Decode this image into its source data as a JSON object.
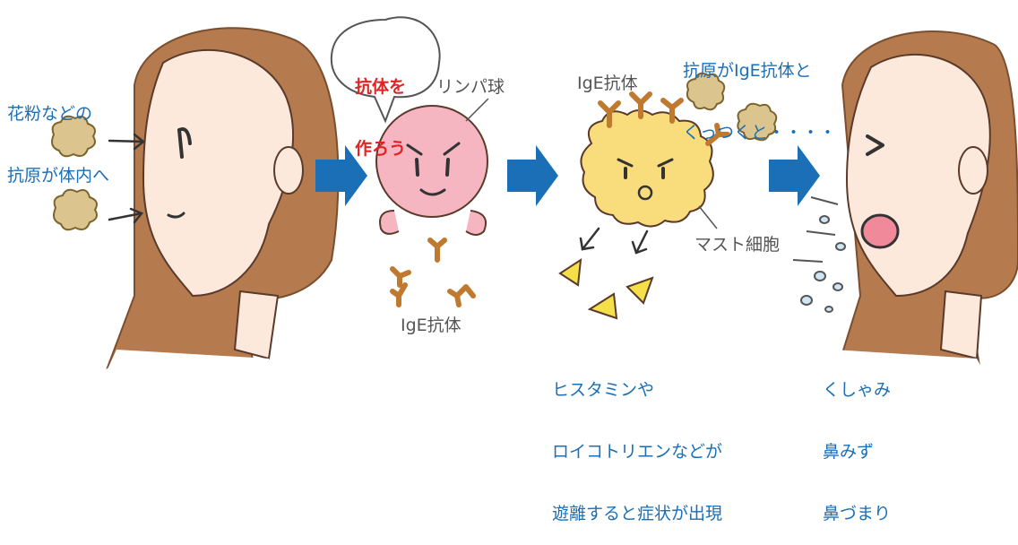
{
  "steps": {
    "pollen_text": [
      "花粉などの",
      "抗原が体内へ"
    ],
    "speech_bubble": [
      "抗体を",
      "作ろう"
    ],
    "lymphocyte_label": "リンパ球",
    "ige_label_1": "IgE抗体",
    "ige_label_2": "IgE抗体",
    "mast_cell_label": "マスト細胞",
    "binding_text": [
      "抗原がIgE抗体と",
      "くっつくと・・・・"
    ],
    "release_text": [
      "ヒスタミンや",
      "ロイコトリエンなどが",
      "遊離すると症状が出現"
    ],
    "symptoms_text": [
      "くしゃみ",
      "鼻みず",
      "鼻づまり"
    ]
  },
  "colors": {
    "text_blue": "#1b6fb6",
    "arrow_blue": "#1b6fb6",
    "bubble_red": "#e02424",
    "lymphocyte_pink": "#f5b6c2",
    "mast_cell_yellow": "#f9dc7c",
    "antibody_orange": "#e0a050",
    "pollen_tan": "#dcc48e",
    "hair_brown": "#b57a4e",
    "skin": "#fde9dc"
  }
}
